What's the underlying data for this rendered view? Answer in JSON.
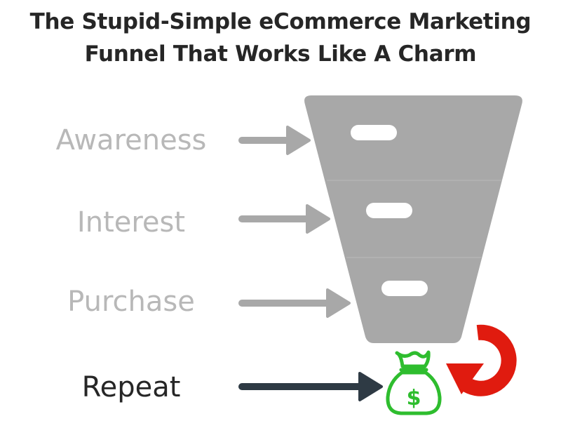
{
  "title": {
    "line1": "The Stupid-Simple eCommerce Marketing",
    "line2": "Funnel That Works Like A Charm"
  },
  "stages": [
    {
      "label": "Awareness"
    },
    {
      "label": "Interest"
    },
    {
      "label": "Purchase"
    },
    {
      "label": "Repeat"
    }
  ],
  "icons": {
    "money_bag": "money-bag-icon",
    "money_bag_symbol": "$",
    "loop": "repeat-arrow-icon"
  },
  "colors": {
    "funnel": "#a8a8a8",
    "stage_arrow": "#a8a8a8",
    "repeat_arrow": "#2e3a44",
    "money_bag": "#2ebd2e",
    "loop_arrow": "#e01b0f",
    "stage_text": "#b8b8b8",
    "repeat_text": "#262626"
  }
}
